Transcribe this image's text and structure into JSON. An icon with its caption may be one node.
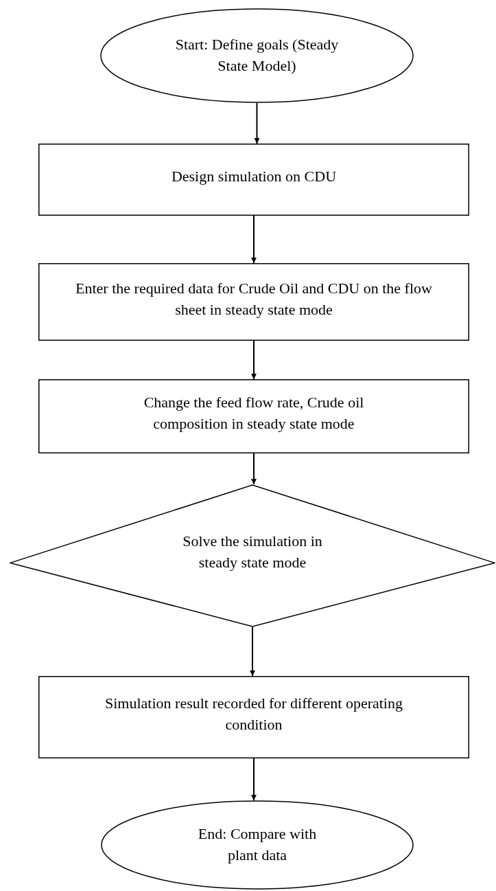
{
  "diagram": {
    "nodes": [
      {
        "text": [
          "Start: Define goals (Steady State Model)"
        ]
      },
      {
        "text": [
          "Design simulation on CDU"
        ]
      },
      {
        "text": [
          "Enter the required data for Crude Oil and CDU on the flow sheet in steady state mode"
        ]
      },
      {
        "text": [
          "Change the feed flow rate, Crude oil composition in steady state mode"
        ]
      },
      {
        "text": [
          "Solve the simulation in steady state mode"
        ]
      },
      {
        "text": [
          "Simulation result recorded for different operating condition"
        ]
      },
      {
        "text": [
          "End: Compare with plant data"
        ]
      }
    ],
    "edges": [
      {
        "from": 0,
        "to": 1,
        "arrow": "to"
      },
      {
        "from": 1,
        "to": 2,
        "arrow": "to"
      },
      {
        "from": 2,
        "to": 3,
        "arrow": "to"
      },
      {
        "from": 3,
        "to": 4,
        "arrow": "to"
      },
      {
        "from": 4,
        "to": 5,
        "arrow": "to"
      },
      {
        "from": 5,
        "to": 6,
        "arrow": "to"
      }
    ]
  }
}
